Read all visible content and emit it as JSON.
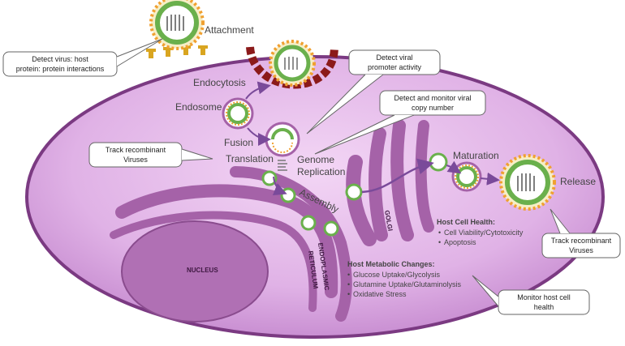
{
  "stages": {
    "attachment": "Attachment",
    "endocytosis": "Endocytosis",
    "endosome": "Endosome",
    "fusion": "Fusion",
    "translation": "Translation",
    "genome_replication_1": "Genome",
    "genome_replication_2": "Replication",
    "assembly": "Assembly",
    "maturation": "Maturation",
    "release": "Release"
  },
  "organelles": {
    "nucleus": "NUCLEUS",
    "er_1": "ENDOPLASMIC",
    "er_2": "RETICULUM",
    "golgi": "GOLGI"
  },
  "callouts": {
    "detect_virus_1": "Detect virus: host",
    "detect_virus_2": "protein: protein interactions",
    "promoter_1": "Detect viral",
    "promoter_2": "promoter activity",
    "copy_1": "Detect and monitor viral",
    "copy_2": "copy number",
    "track_left_1": "Track recombinant",
    "track_left_2": "Viruses",
    "track_right_1": "Track recombinant",
    "track_right_2": "Viruses",
    "monitor_1": "Monitor host cell",
    "monitor_2": "health"
  },
  "host_cell_health": {
    "title": "Host Cell Health:",
    "items": [
      "Cell Viability/Cytotoxicity",
      "Apoptosis"
    ]
  },
  "host_metabolic": {
    "title": "Host Metabolic Changes:",
    "items": [
      "Glucose Uptake/Glycolysis",
      "Glutamine Uptake/Glutaminolysis",
      "Oxidative Stress"
    ]
  },
  "colors": {
    "cell_fill": "#e3b8e8",
    "cell_border": "#7b3a82",
    "organelle": "#a562a8",
    "virus_green": "#6ab04c",
    "virus_spikes": "#f0a030",
    "receptor": "#d9a520",
    "endocytic_pit": "#8b1a1a",
    "arrow": "#7a4a9a"
  },
  "bullet": "•"
}
